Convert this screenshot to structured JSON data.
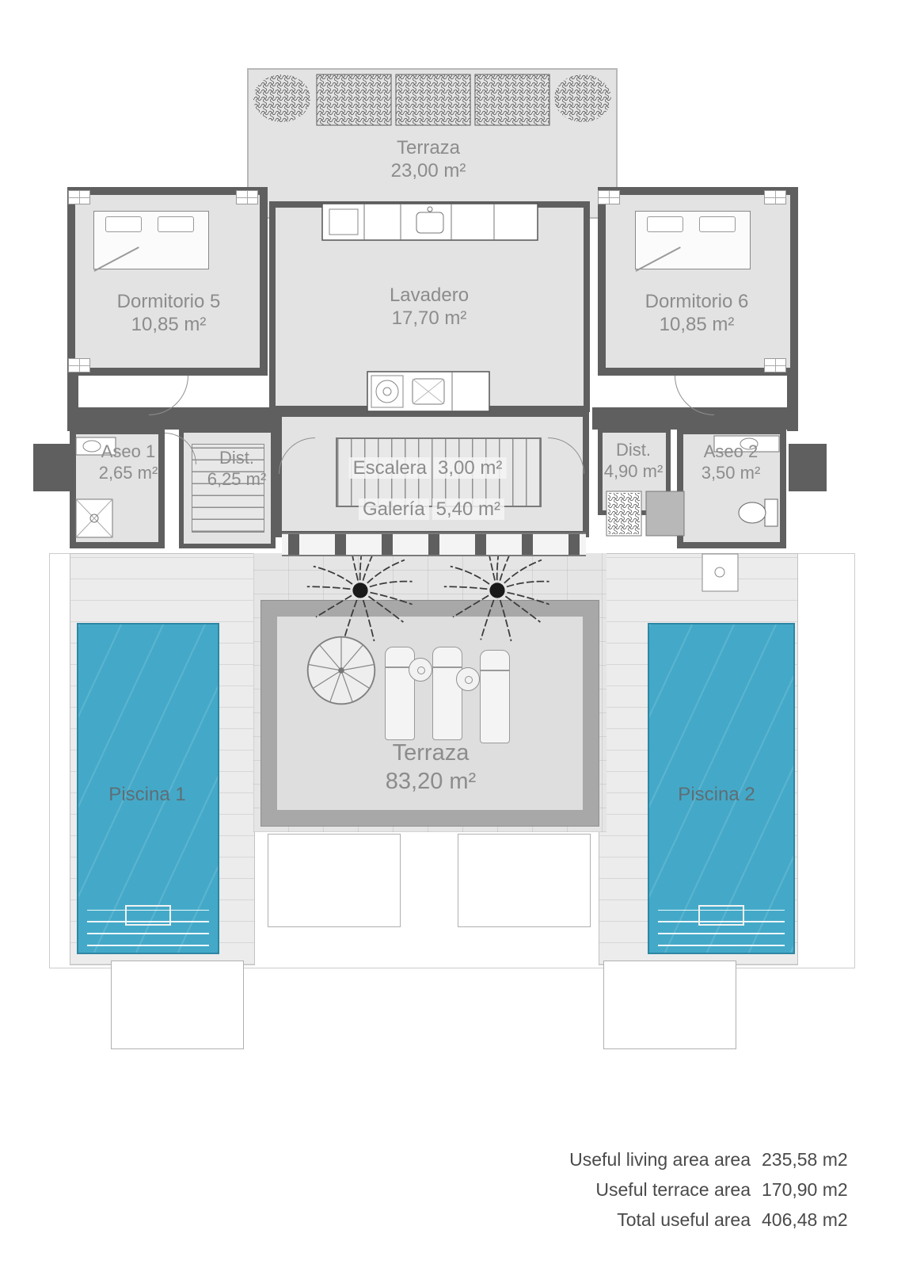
{
  "colors": {
    "pool": "#44a9c8",
    "wall": "#5f5f5f",
    "floor": "#e3e3e3",
    "label": "#8c8c8c"
  },
  "rooms": {
    "terraza_top": {
      "name": "Terraza",
      "area": "23,00 m²"
    },
    "dormitorio5": {
      "name": "Dormitorio 5",
      "area": "10,85 m²"
    },
    "lavadero": {
      "name": "Lavadero",
      "area": "17,70 m²"
    },
    "dormitorio6": {
      "name": "Dormitorio 6",
      "area": "10,85 m²"
    },
    "aseo1": {
      "name": "Aseo 1",
      "area": "2,65 m²"
    },
    "dist1": {
      "name": "Dist.",
      "area": "6,25 m²"
    },
    "escalera": {
      "name": "Escalera",
      "area": "3,00 m²"
    },
    "galeria": {
      "name": "Galería",
      "area": "5,40 m²"
    },
    "dist2": {
      "name": "Dist.",
      "area": "4,90 m²"
    },
    "aseo2": {
      "name": "Aseo 2",
      "area": "3,50 m²"
    },
    "piscina1": {
      "name": "Piscina 1"
    },
    "piscina2": {
      "name": "Piscina 2"
    },
    "terraza_main": {
      "name": "Terraza",
      "area": "83,20 m²"
    }
  },
  "summary": [
    {
      "label": "Useful living area area",
      "value": "235,58 m2"
    },
    {
      "label": "Useful terrace area",
      "value": "170,90 m2"
    },
    {
      "label": "Total useful area",
      "value": "406,48 m2"
    }
  ]
}
